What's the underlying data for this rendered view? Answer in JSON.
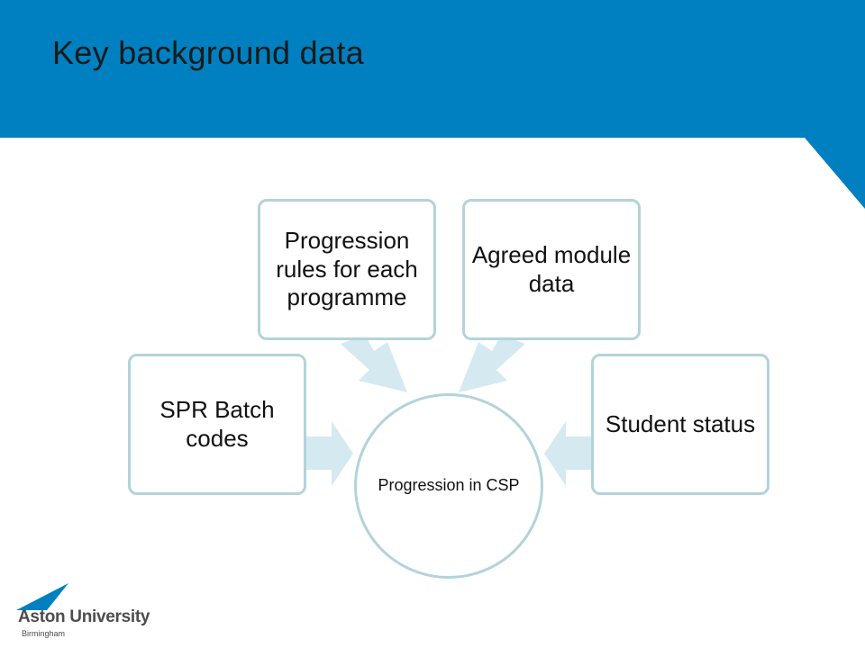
{
  "slide": {
    "title": "Key background data",
    "colors": {
      "header_blue": "#0080c0",
      "box_border": "#b3d3da",
      "arrow_fill": "#d5eaf0"
    }
  },
  "diagram": {
    "center": {
      "label": "Progression in CSP"
    },
    "inputs": [
      {
        "id": "spr",
        "label": "SPR Batch codes"
      },
      {
        "id": "rules",
        "label": "Progression rules for each programme"
      },
      {
        "id": "module",
        "label": "Agreed module data"
      },
      {
        "id": "status",
        "label": "Student status"
      }
    ]
  },
  "logo": {
    "name": "Aston University",
    "sub": "Birmingham",
    "icon": "aston-triangle-logo-icon"
  }
}
